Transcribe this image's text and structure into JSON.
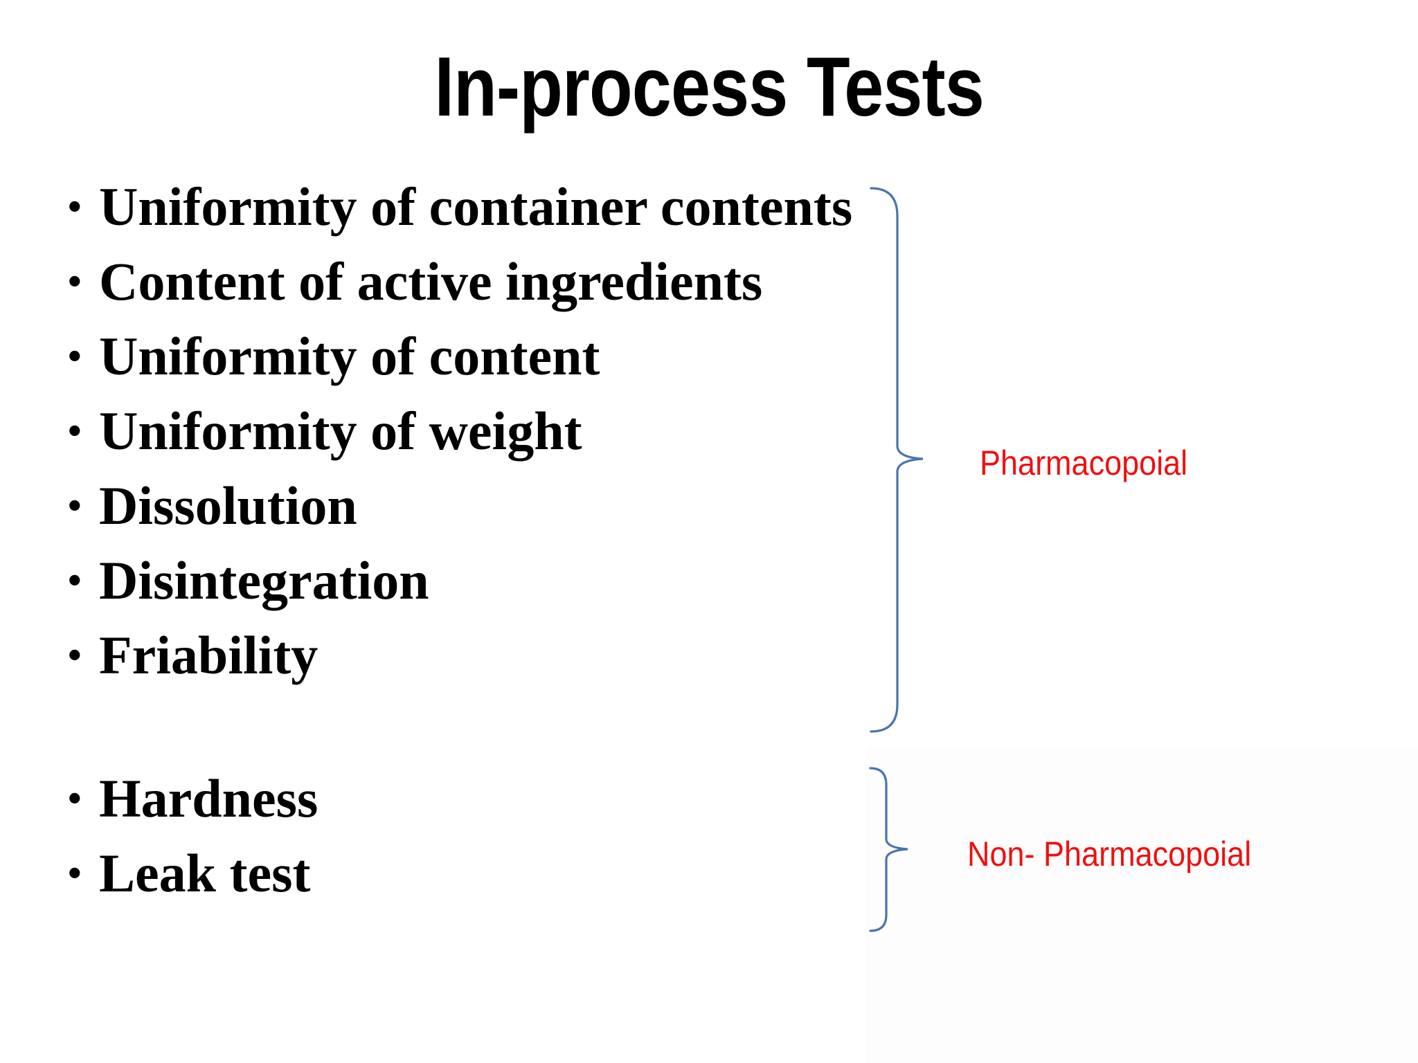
{
  "slide": {
    "title": "In-process Tests",
    "bullet_char": "•",
    "bullets_group1": [
      "Uniformity of container contents",
      "Content of active ingredients",
      "Uniformity of content",
      "Uniformity of weight",
      "Dissolution",
      "Disintegration",
      "Friability"
    ],
    "bullets_group2": [
      "Hardness",
      "Leak test"
    ],
    "labels": {
      "group1": "Pharmacopoial",
      "group2": "Non- Pharmacopoial"
    },
    "colors": {
      "label_red": "#f01010",
      "brace_blue": "#4a74ad",
      "text_black": "#000000",
      "background": "#ffffff"
    }
  }
}
